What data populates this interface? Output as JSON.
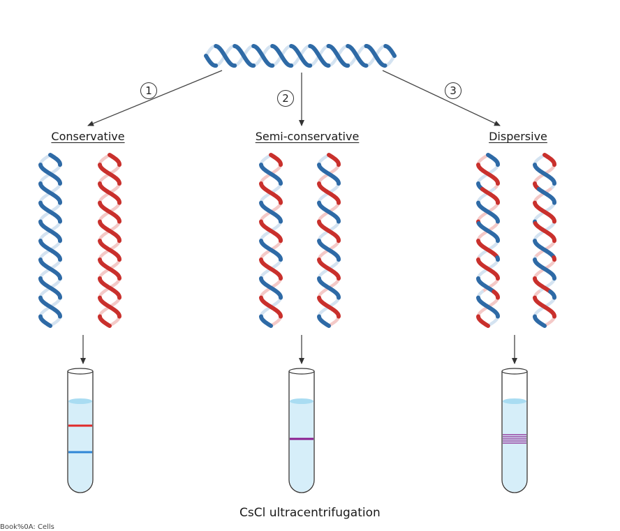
{
  "steps": [
    {
      "number": "1",
      "label": "Conservative"
    },
    {
      "number": "2",
      "label": "Semi-conservative"
    },
    {
      "number": "3",
      "label": "Dispersive"
    }
  ],
  "caption": "CsCl ultracentrifugation",
  "credit": "Book%0A: Cells",
  "colors": {
    "parental_strand": "#2e6aa6",
    "new_strand": "#c9302c",
    "parental_band": "#2f86d6",
    "new_band": "#e02b2b",
    "hybrid_band": "#8a1d8f",
    "tube_liquid": "#d6eef9",
    "meniscus": "#a9dcf2"
  },
  "tubes": [
    {
      "method": "Conservative",
      "bands": [
        "new",
        "parental"
      ]
    },
    {
      "method": "Semi-conservative",
      "bands": [
        "hybrid"
      ]
    },
    {
      "method": "Dispersive",
      "bands": [
        "hybrid-multi"
      ]
    }
  ]
}
